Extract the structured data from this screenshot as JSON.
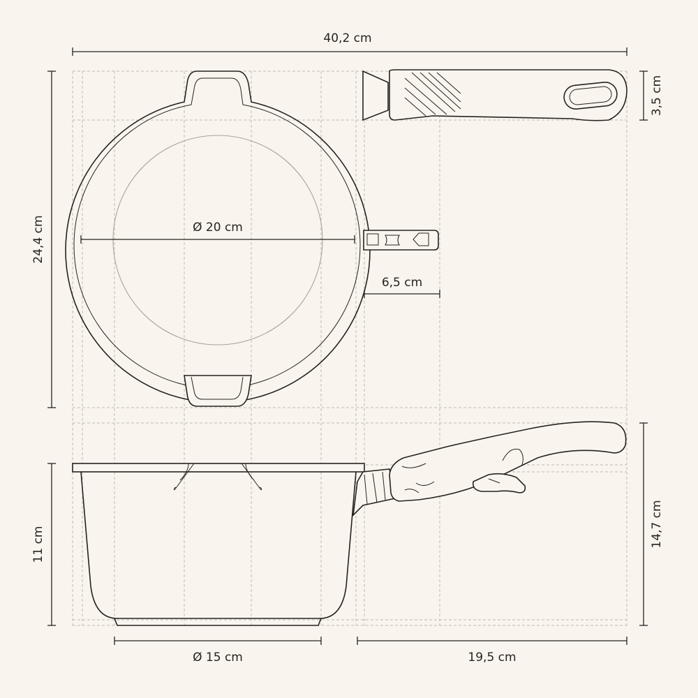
{
  "dimensions": {
    "total_length": "40,2 cm",
    "total_width": "24,4 cm",
    "handle_thickness": "3,5 cm",
    "inner_diameter": "Ø 20 cm",
    "handle_connector": "6,5 cm",
    "body_height": "11 cm",
    "total_height": "14,7 cm",
    "base_diameter": "Ø 15 cm",
    "handle_length": "19,5 cm"
  },
  "colors": {
    "background": "#f9f5ee",
    "line": "#26231f",
    "guide": "#bdbab3"
  }
}
